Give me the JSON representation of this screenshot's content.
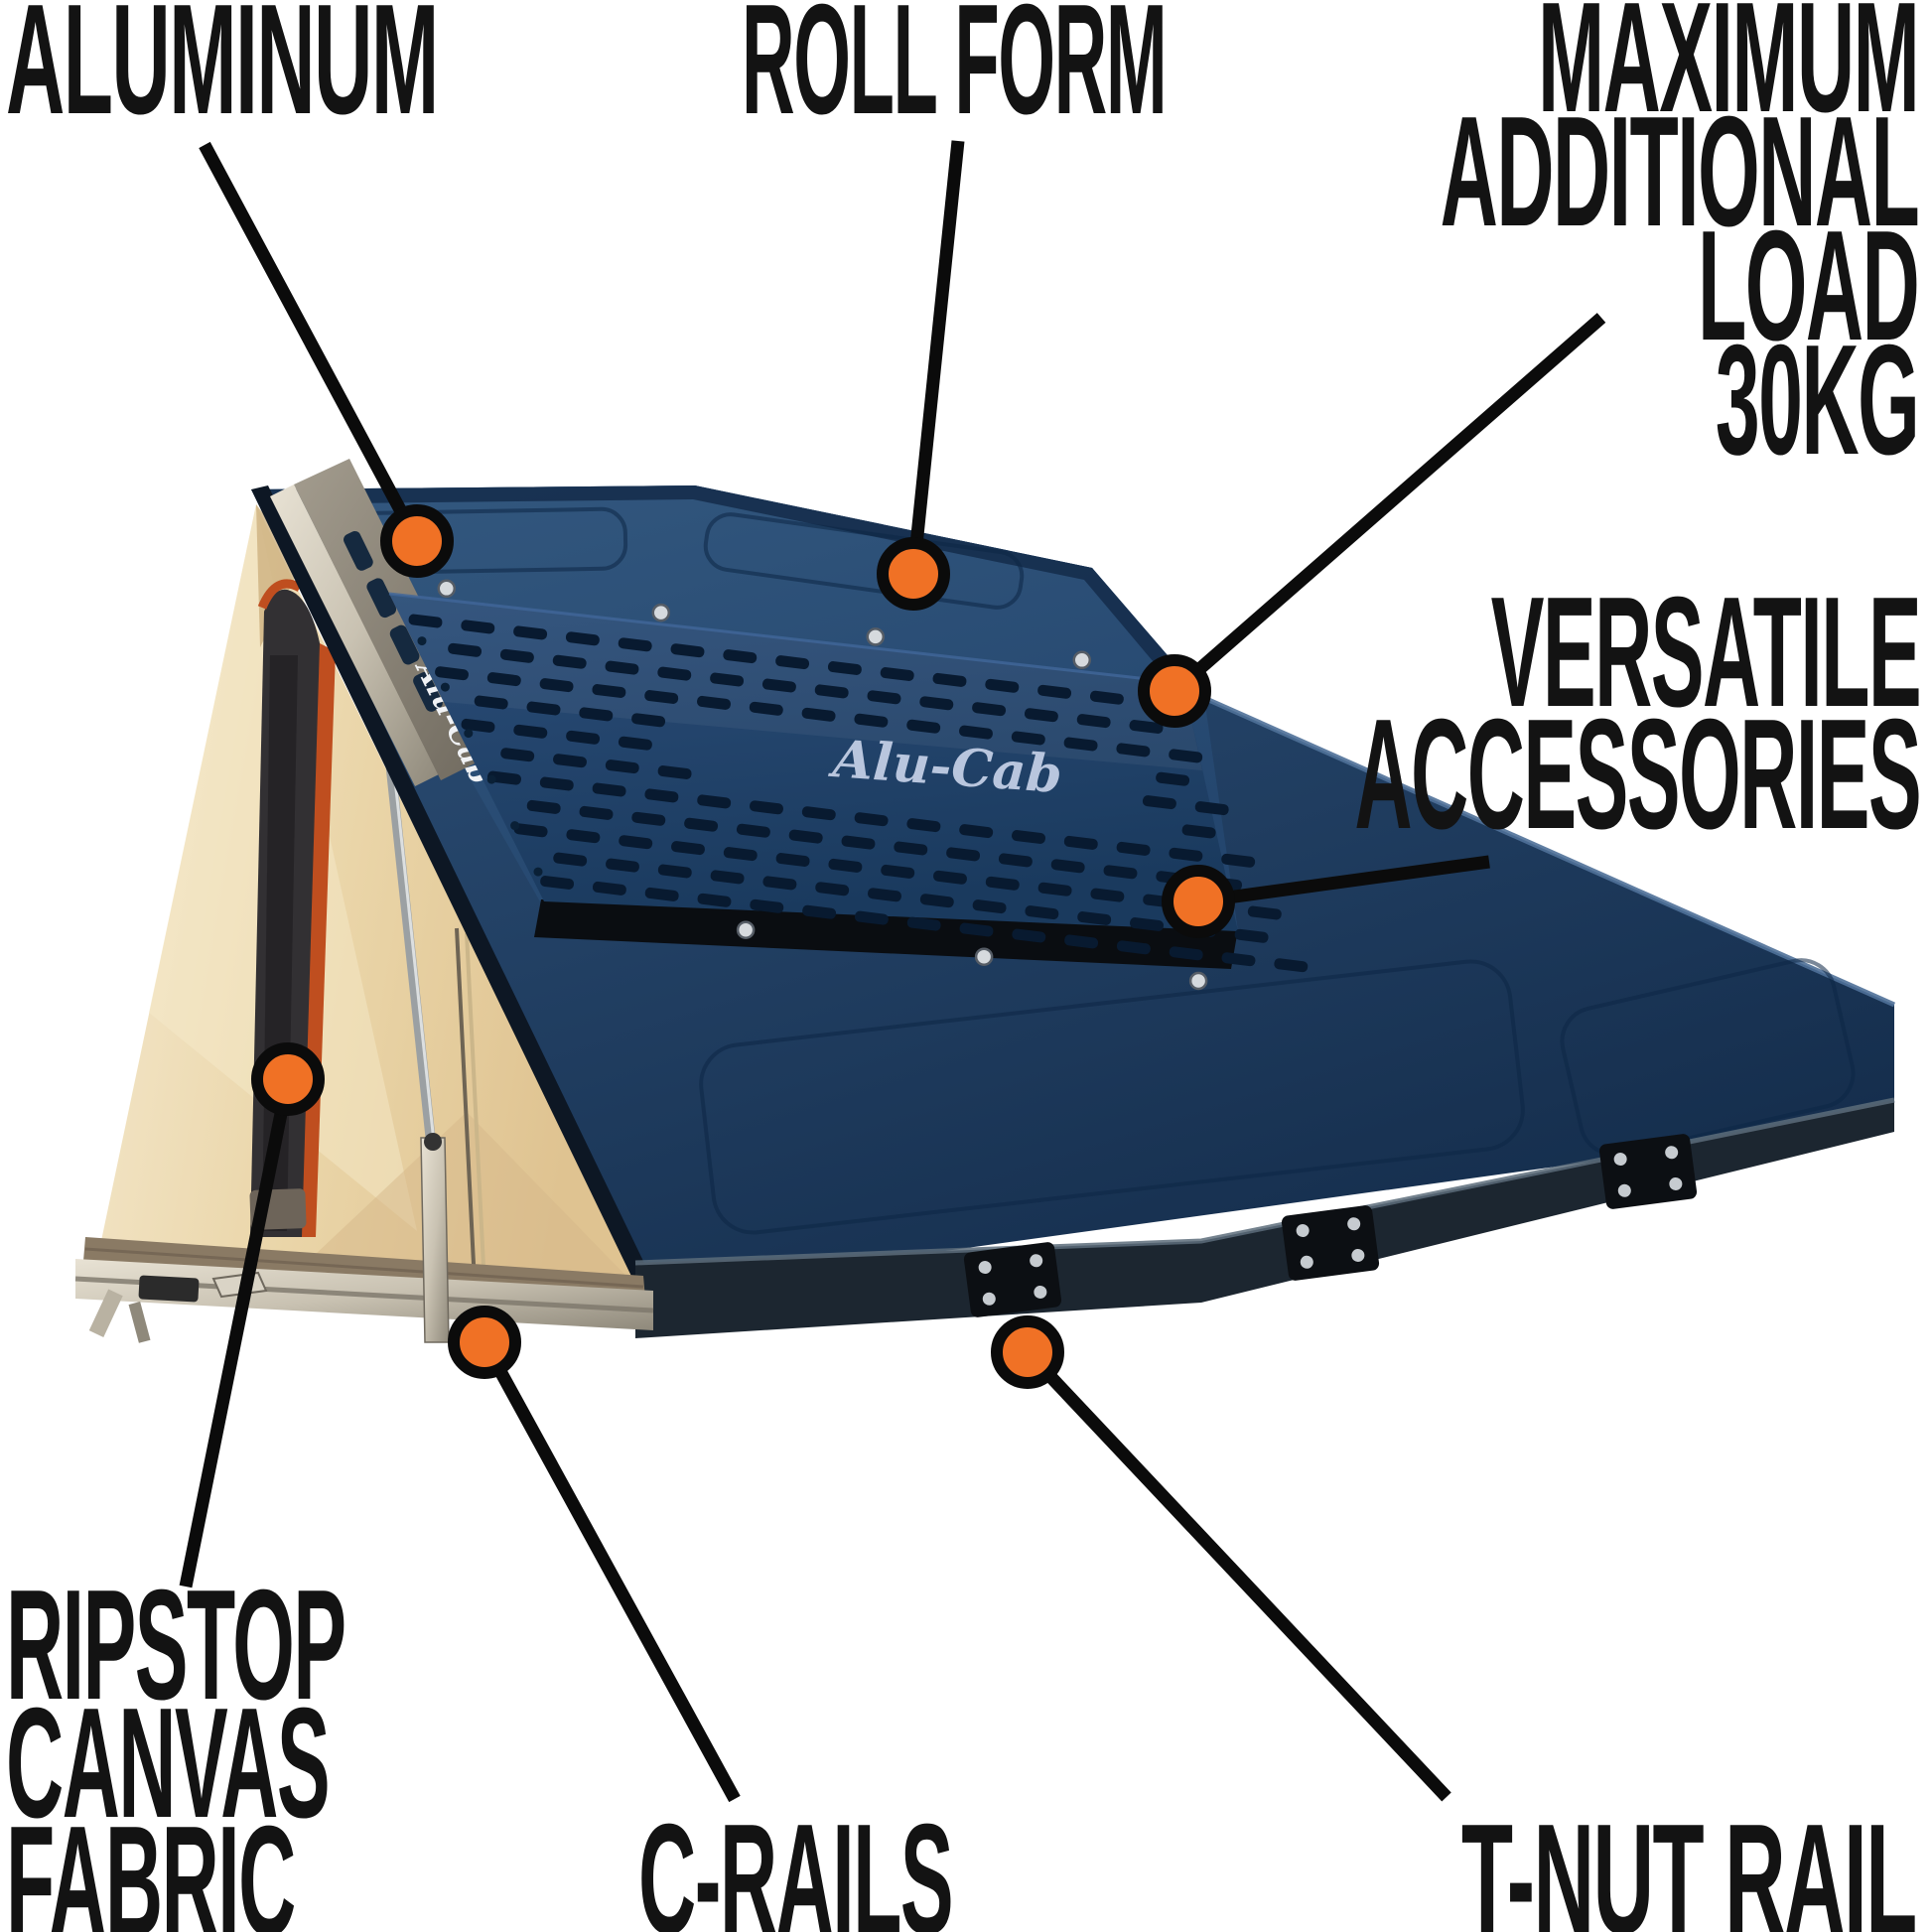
{
  "brand": {
    "logo_text": "Alu-Cab"
  },
  "colors": {
    "background": "#ffffff",
    "text": "#131313",
    "callout_line": "#0b0b0b",
    "dot_orange": "#f07125",
    "lid_blue_light": "#2e5179",
    "lid_blue_dark": "#152e4d",
    "plate_blue": "#254872",
    "slot_navy": "#081a30",
    "canvas_beige": "#ecd8ab",
    "canvas_shadow": "#d9c08f",
    "window_dark": "#323033",
    "trim_orange": "#bf4e1f",
    "silver": "#cfc9bb",
    "rail_dark": "#1c2630",
    "logo_silver": "#b9c6de"
  },
  "labels": {
    "aluminum": {
      "text": "ALUMINUM"
    },
    "roll_form": {
      "text": "ROLL FORM"
    },
    "max_load": {
      "line1": "MAXIMUM",
      "line2": "ADDITIONAL",
      "line3": "LOAD",
      "line4": "30KG"
    },
    "versatile": {
      "line1": "VERSATILE",
      "line2": "ACCESSORIES"
    },
    "ripstop": {
      "line1": "RIPSTOP",
      "line2": "CANVAS",
      "line3": "FABRIC"
    },
    "c_rails": {
      "text": "C-RAILS"
    },
    "t_nut_rail": {
      "text": "T-NUT RAIL"
    }
  },
  "callouts": [
    {
      "name": "aluminum",
      "dot": [
        420,
        545
      ],
      "line": [
        [
          206,
          146
        ],
        [
          420,
          545
        ]
      ]
    },
    {
      "name": "roll-form",
      "dot": [
        920,
        578
      ],
      "line": [
        [
          965,
          142
        ],
        [
          920,
          578
        ]
      ]
    },
    {
      "name": "maximum-additional-load",
      "dot": [
        1183,
        696
      ],
      "line": [
        [
          1613,
          320
        ],
        [
          1183,
          696
        ]
      ]
    },
    {
      "name": "versatile-accessories",
      "dot": [
        1207,
        908
      ],
      "line": [
        [
          1500,
          868
        ],
        [
          1207,
          908
        ]
      ]
    },
    {
      "name": "ripstop-canvas-fabric",
      "dot": [
        290,
        1087
      ],
      "line": [
        [
          187,
          1598
        ],
        [
          290,
          1087
        ]
      ]
    },
    {
      "name": "c-rails",
      "dot": [
        488,
        1352
      ],
      "line": [
        [
          740,
          1812
        ],
        [
          488,
          1352
        ]
      ]
    },
    {
      "name": "t-nut-rail",
      "dot": [
        1035,
        1362
      ],
      "line": [
        [
          1457,
          1810
        ],
        [
          1035,
          1362
        ]
      ]
    }
  ],
  "dot_style": {
    "radius": 31,
    "ring_width": 12
  },
  "line_width": 13
}
